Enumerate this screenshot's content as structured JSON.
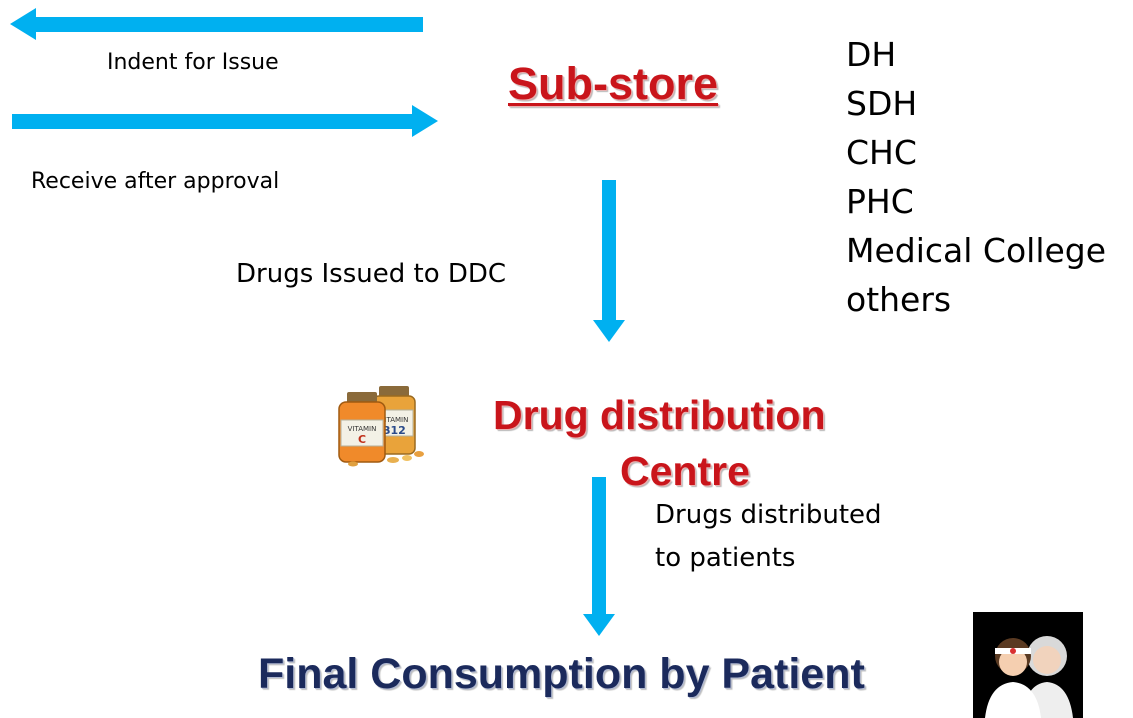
{
  "arrows": {
    "indent_label": "Indent for Issue",
    "receive_label": "Receive after approval",
    "issued_label": "Drugs Issued to DDC",
    "distributed_label_line1": "Drugs distributed",
    "distributed_label_line2": "to patients"
  },
  "nodes": {
    "sub_store": "Sub-store",
    "ddc_line1": "Drug distribution",
    "ddc_line2": "Centre",
    "final": "Final Consumption by Patient"
  },
  "sites": [
    "DH",
    "SDH",
    "CHC",
    "PHC",
    "Medical College",
    "others"
  ],
  "icons": {
    "drug_bottles": "medicine-bottles-icon",
    "patients": "patients-icon"
  },
  "colors": {
    "arrow": "#00b0f0",
    "sub_store": "#c9151b",
    "ddc": "#c9151b",
    "final": "#1b2a5c"
  }
}
